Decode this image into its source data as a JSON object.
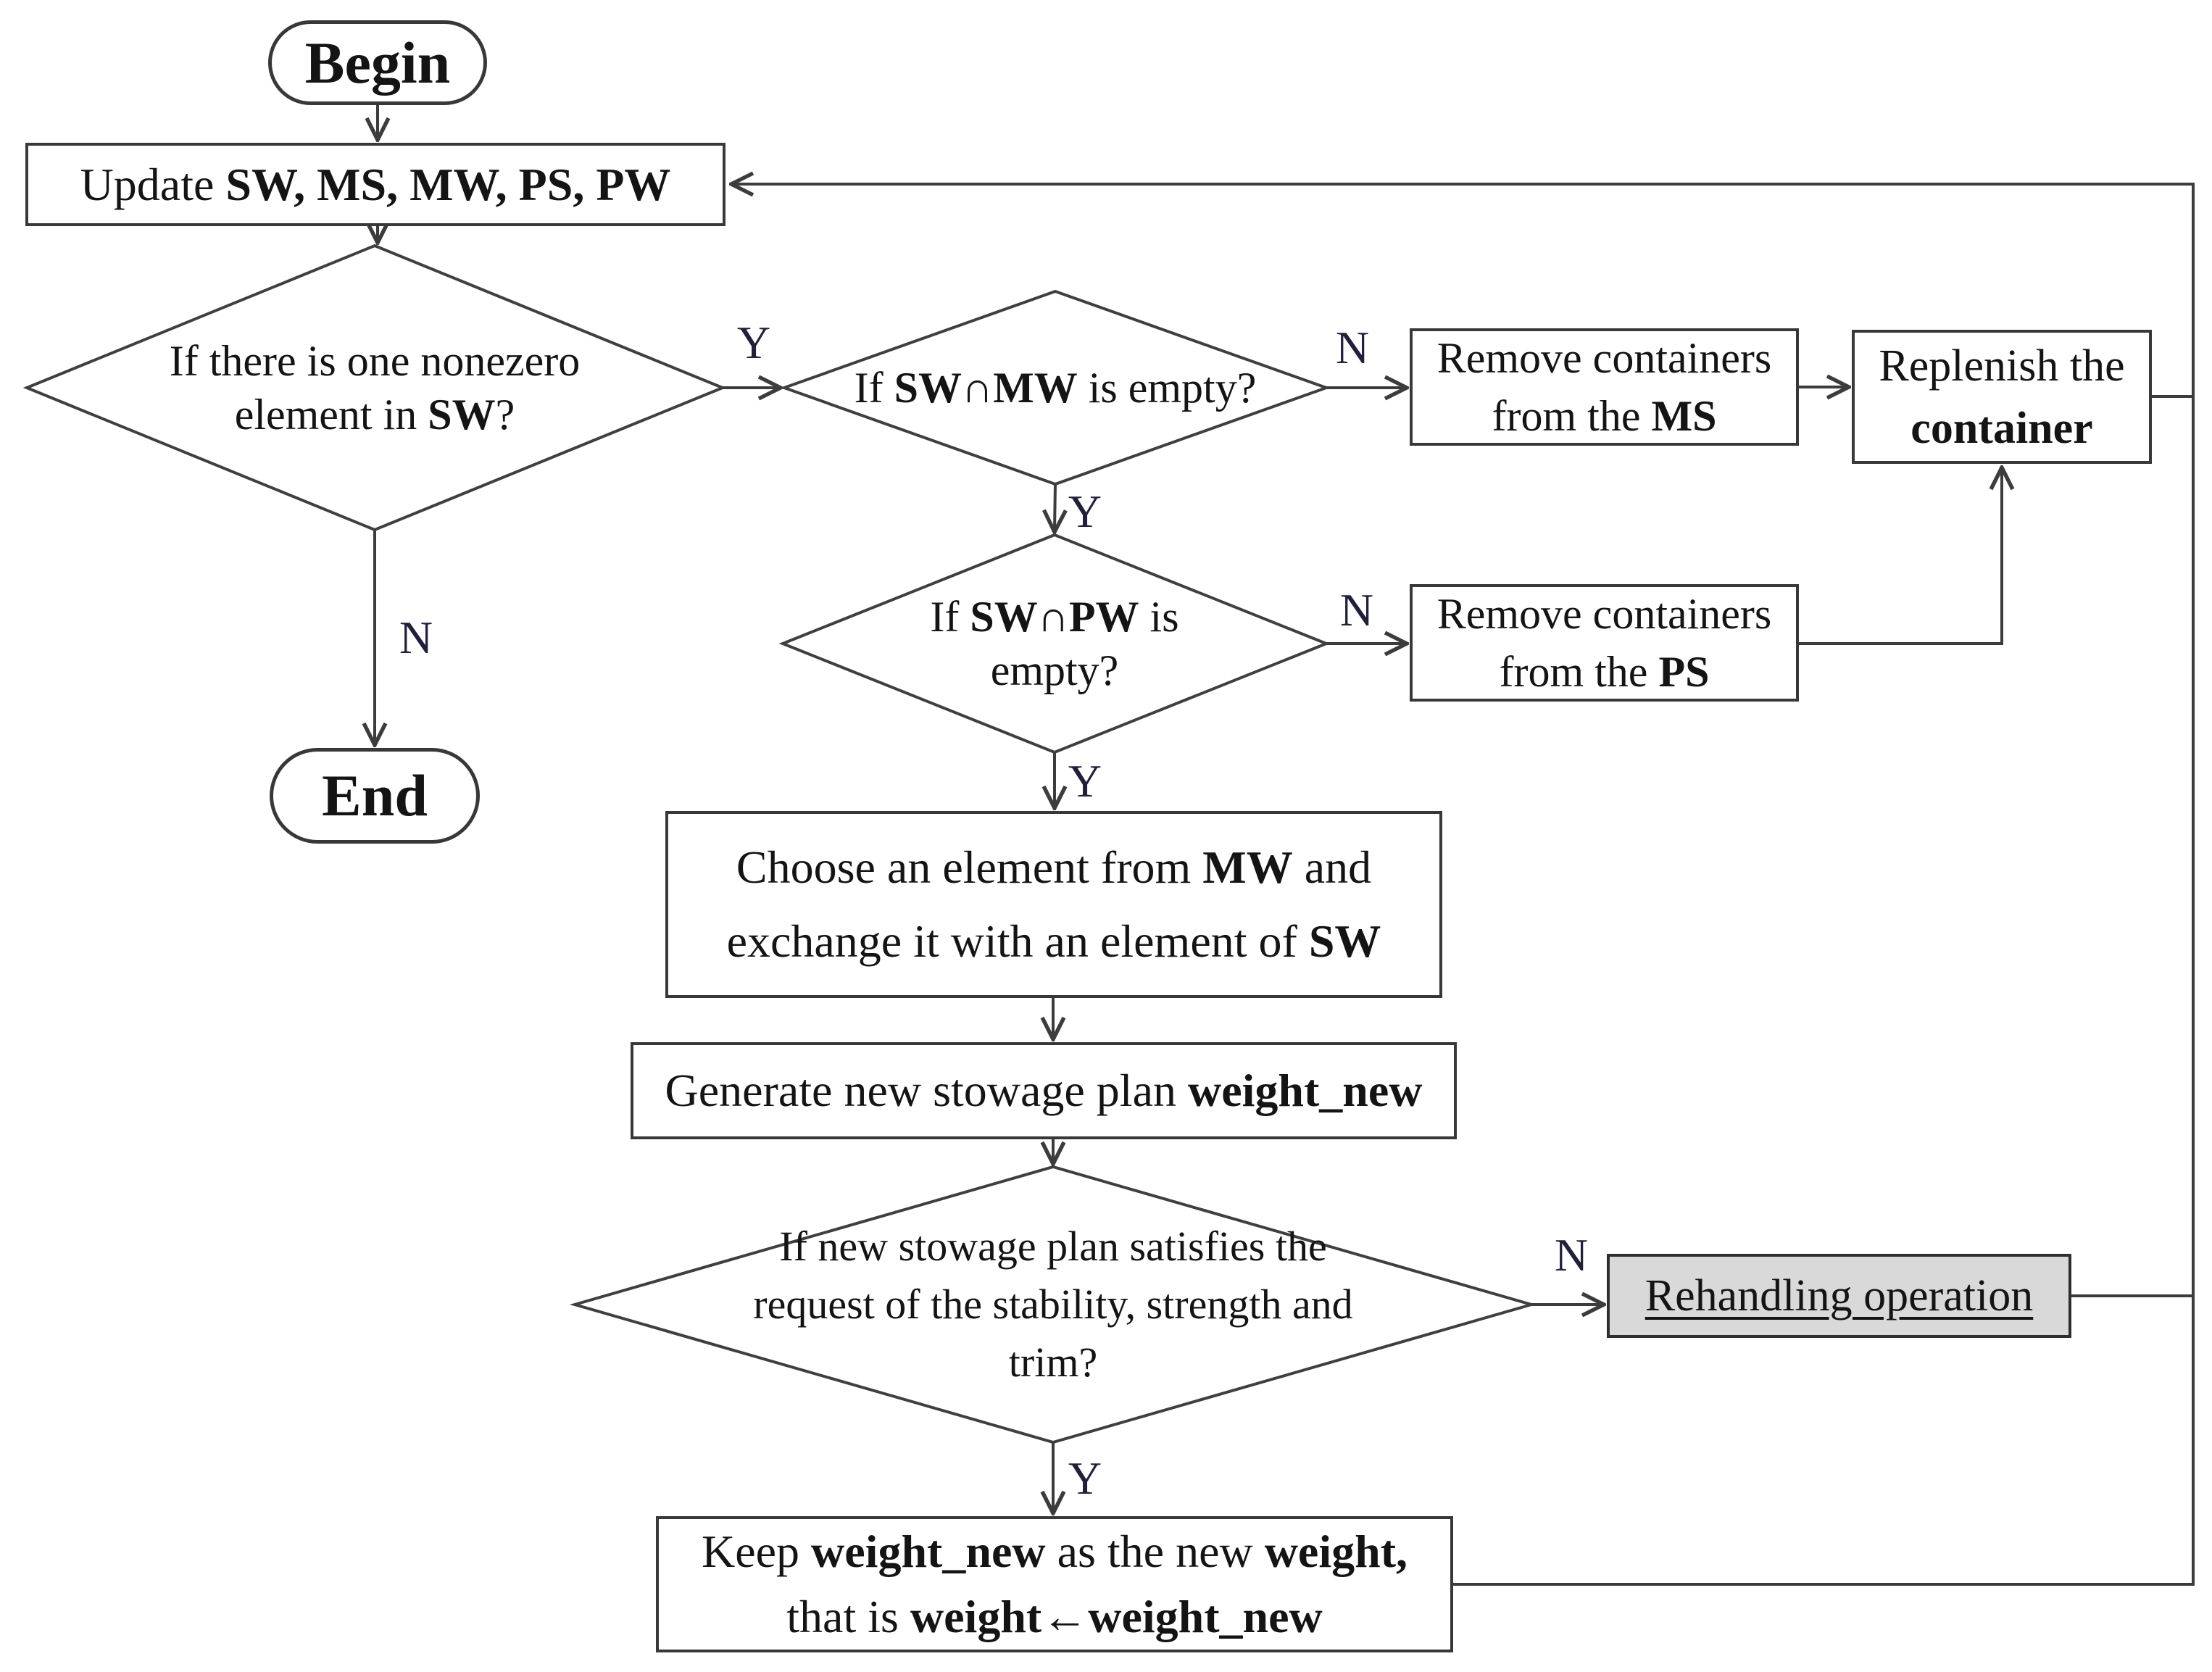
{
  "palette": {
    "background": "#ffffff",
    "line": "#3c3c3c",
    "text": "#141414",
    "branch_label": "#20203a",
    "node_fill": "#ffffff",
    "highlight_fill": "#d9d9d9"
  },
  "nodes": {
    "begin": {
      "shape": "terminator",
      "lines": [
        [
          {
            "t": "Begin",
            "b": 1
          }
        ]
      ]
    },
    "update": {
      "shape": "process",
      "lines": [
        [
          {
            "t": "Update ",
            "b": 0
          },
          {
            "t": "SW, MS, MW, PS, PW",
            "b": 1
          }
        ]
      ]
    },
    "has_nonzero_sw": {
      "shape": "decision",
      "lines": [
        [
          {
            "t": "If there is one nonezero",
            "b": 0
          }
        ],
        [
          {
            "t": "element in ",
            "b": 0
          },
          {
            "t": "SW",
            "b": 1
          },
          {
            "t": "?",
            "b": 0
          }
        ]
      ]
    },
    "end": {
      "shape": "terminator",
      "lines": [
        [
          {
            "t": "End",
            "b": 1
          }
        ]
      ]
    },
    "sw_mw_empty": {
      "shape": "decision",
      "lines": [
        [
          {
            "t": "If ",
            "b": 0
          },
          {
            "t": "SW∩MW",
            "b": 1
          },
          {
            "t": " is empty?",
            "b": 0
          }
        ]
      ]
    },
    "remove_ms": {
      "shape": "process",
      "lines": [
        [
          {
            "t": "Remove containers",
            "b": 0
          }
        ],
        [
          {
            "t": "from the ",
            "b": 0
          },
          {
            "t": "MS",
            "b": 1
          }
        ]
      ]
    },
    "replenish": {
      "shape": "process",
      "lines": [
        [
          {
            "t": "Replenish the",
            "b": 0
          }
        ],
        [
          {
            "t": "container",
            "b": 1
          }
        ]
      ]
    },
    "sw_pw_empty": {
      "shape": "decision",
      "lines": [
        [
          {
            "t": "If ",
            "b": 0
          },
          {
            "t": "SW∩PW",
            "b": 1
          },
          {
            "t": " is",
            "b": 0
          }
        ],
        [
          {
            "t": "empty?",
            "b": 0
          }
        ]
      ]
    },
    "remove_ps": {
      "shape": "process",
      "lines": [
        [
          {
            "t": "Remove containers",
            "b": 0
          }
        ],
        [
          {
            "t": "from the ",
            "b": 0
          },
          {
            "t": "PS",
            "b": 1
          }
        ]
      ]
    },
    "choose_exchange": {
      "shape": "process",
      "lines": [
        [
          {
            "t": "Choose an element from ",
            "b": 0
          },
          {
            "t": "MW",
            "b": 1
          },
          {
            "t": " and",
            "b": 0
          }
        ],
        [
          {
            "t": "exchange it with an element of ",
            "b": 0
          },
          {
            "t": "SW",
            "b": 1
          }
        ]
      ]
    },
    "generate_plan": {
      "shape": "process",
      "lines": [
        [
          {
            "t": "Generate new stowage plan ",
            "b": 0
          },
          {
            "t": "weight_new",
            "b": 1
          }
        ]
      ]
    },
    "plan_satisfies": {
      "shape": "decision",
      "lines": [
        [
          {
            "t": "If new stowage plan satisfies the",
            "b": 0
          }
        ],
        [
          {
            "t": "request of the stability, strength and",
            "b": 0
          }
        ],
        [
          {
            "t": "trim?",
            "b": 0
          }
        ]
      ]
    },
    "rehandling": {
      "shape": "process",
      "lines": [
        [
          {
            "t": "Rehandling operation",
            "b": 0
          }
        ]
      ]
    },
    "keep_weight": {
      "shape": "process",
      "lines": [
        [
          {
            "t": "Keep ",
            "b": 0
          },
          {
            "t": "weight_new",
            "b": 1
          },
          {
            "t": " as the new ",
            "b": 0
          },
          {
            "t": "weight,",
            "b": 1
          }
        ],
        [
          {
            "t": "that is ",
            "b": 0
          },
          {
            "t": "weight←weight_new",
            "b": 1
          }
        ]
      ]
    }
  },
  "edge_labels": {
    "d1_yes": "Y",
    "d1_no": "N",
    "d2_yes": "Y",
    "d2_no": "N",
    "d3_yes": "Y",
    "d3_no": "N",
    "d4_yes": "Y",
    "d4_no": "N"
  }
}
